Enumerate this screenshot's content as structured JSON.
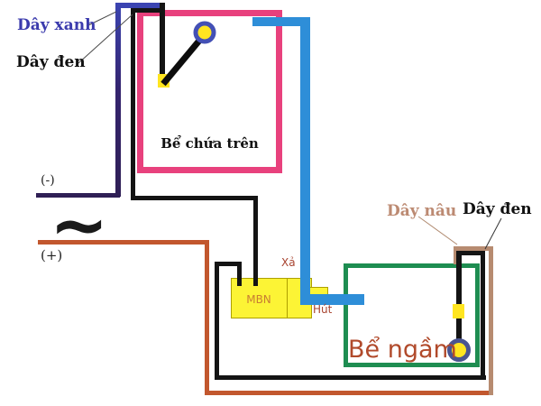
{
  "labels": {
    "day_xanh": "Dây xanh",
    "day_den_top": "Dây đen",
    "day_nau": "Dây nâu",
    "day_den_right": "Dây đen",
    "upper_tank": "Bể chứa trên",
    "lower_tank": "Bể ngầm",
    "pump": "MBN",
    "discharge": "Xả",
    "suction": "Hút",
    "negative": "(-)",
    "positive": "(+)",
    "ac_symbol": "~"
  },
  "colors": {
    "upper_tank_border": "#e8417d",
    "lower_tank_border": "#1e8d51",
    "pipe_blue": "#2e8ed8",
    "wire_blue": "#3b44b2",
    "wire_purple": "#2f1f55",
    "wire_black": "#141414",
    "wire_orange": "#c2572e",
    "wire_brown": "#b78b70",
    "float_yellow": "#ffe520",
    "float_ring_upper": "#4350b5",
    "float_ring_lower": "#4a5490",
    "pump_fill": "#fcf435",
    "lower_tank_label": "#b14a2b",
    "pump_label": "#c87e33",
    "port_label": "#a8432f",
    "blue_label": "#3b3bad",
    "brown_label": "#bc8a72"
  }
}
